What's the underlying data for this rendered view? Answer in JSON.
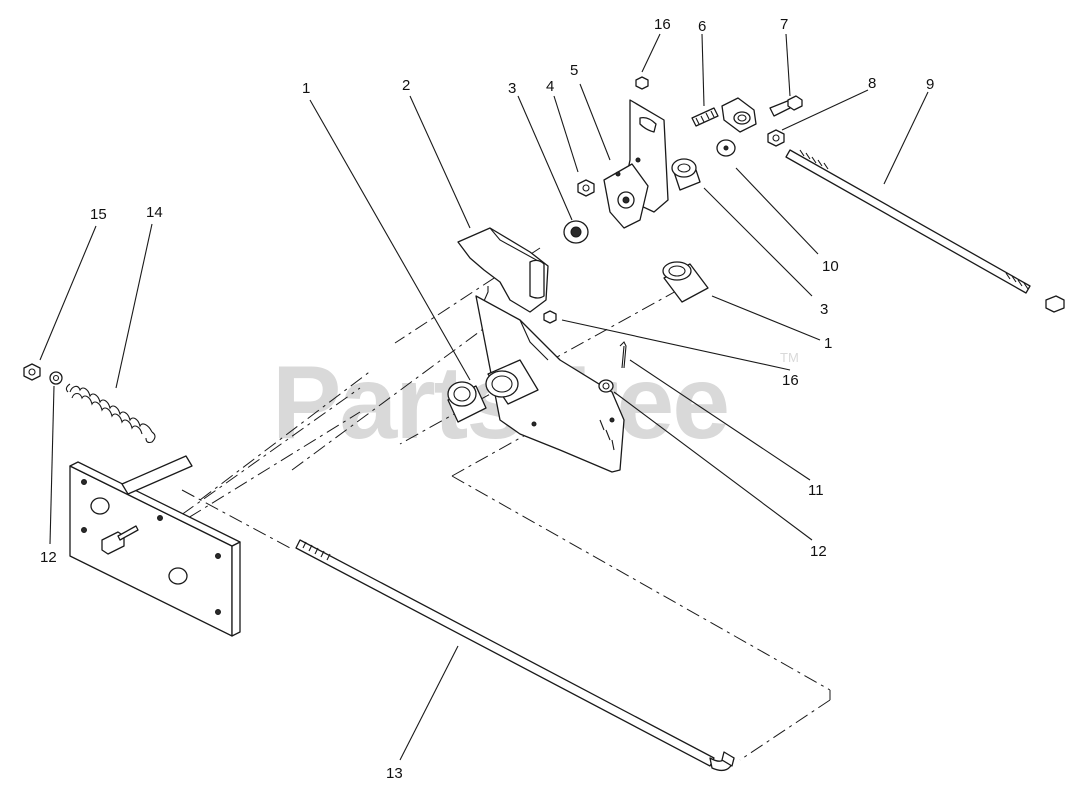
{
  "watermark": {
    "text": "PartsTree",
    "trademark": "TM"
  },
  "callouts": [
    {
      "id": "c1a",
      "label": "1"
    },
    {
      "id": "c2",
      "label": "2"
    },
    {
      "id": "c3a",
      "label": "3"
    },
    {
      "id": "c4",
      "label": "4"
    },
    {
      "id": "c5",
      "label": "5"
    },
    {
      "id": "c16a",
      "label": "16"
    },
    {
      "id": "c6",
      "label": "6"
    },
    {
      "id": "c7",
      "label": "7"
    },
    {
      "id": "c8",
      "label": "8"
    },
    {
      "id": "c9",
      "label": "9"
    },
    {
      "id": "c10",
      "label": "10"
    },
    {
      "id": "c3b",
      "label": "3"
    },
    {
      "id": "c1b",
      "label": "1"
    },
    {
      "id": "c16b",
      "label": "16"
    },
    {
      "id": "c11",
      "label": "11"
    },
    {
      "id": "c12b",
      "label": "12"
    },
    {
      "id": "c15",
      "label": "15"
    },
    {
      "id": "c14",
      "label": "14"
    },
    {
      "id": "c12a",
      "label": "12"
    },
    {
      "id": "c13",
      "label": "13"
    }
  ]
}
